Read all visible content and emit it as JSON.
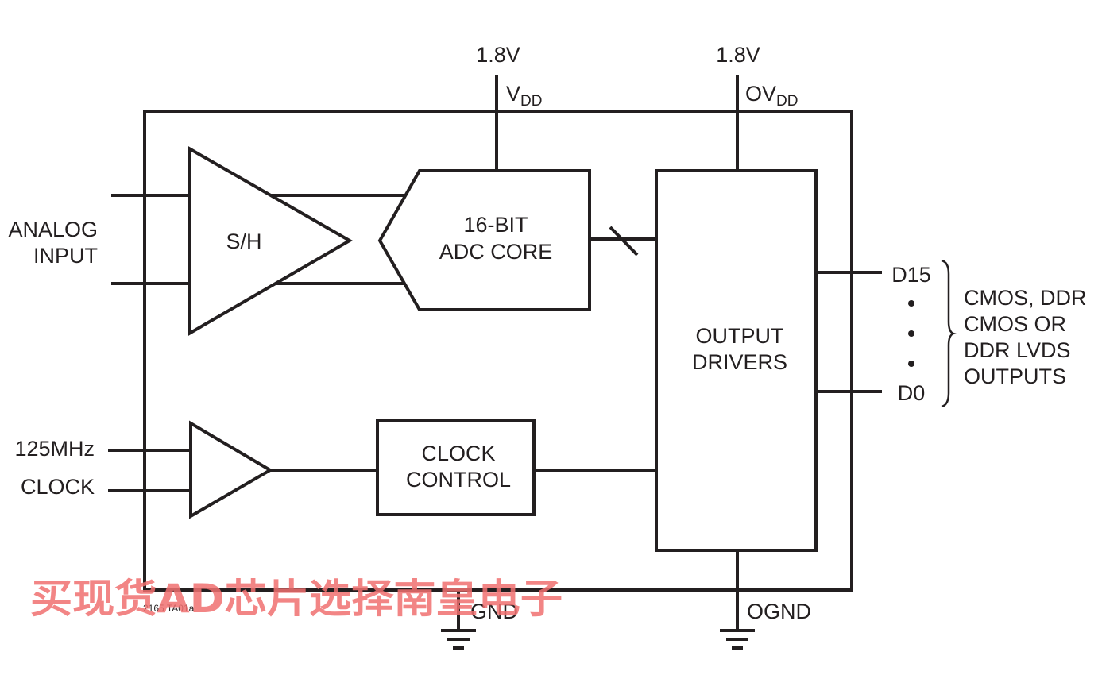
{
  "supplies": {
    "vdd_voltage": "1.8V",
    "vdd_label": "V",
    "vdd_sub": "DD",
    "ovdd_voltage": "1.8V",
    "ovdd_label": "OV",
    "ovdd_sub": "DD"
  },
  "inputs": {
    "analog_line1": "ANALOG",
    "analog_line2": "INPUT",
    "clock_line1": "125MHz",
    "clock_line2": "CLOCK"
  },
  "blocks": {
    "sh": "S/H",
    "adc_line1": "16-BIT",
    "adc_line2": "ADC CORE",
    "clock_ctrl_line1": "CLOCK",
    "clock_ctrl_line2": "CONTROL",
    "out_drv_line1": "OUTPUT",
    "out_drv_line2": "DRIVERS"
  },
  "outputs": {
    "d15": "D15",
    "d0": "D0",
    "desc_line1": "CMOS, DDR",
    "desc_line2": "CMOS OR",
    "desc_line3": "DDR LVDS",
    "desc_line4": "OUTPUTS"
  },
  "grounds": {
    "gnd": "GND",
    "ognd": "OGND"
  },
  "figure_id": "2165 TA01a",
  "watermark": "买现货AD芯片选择南皇电子"
}
